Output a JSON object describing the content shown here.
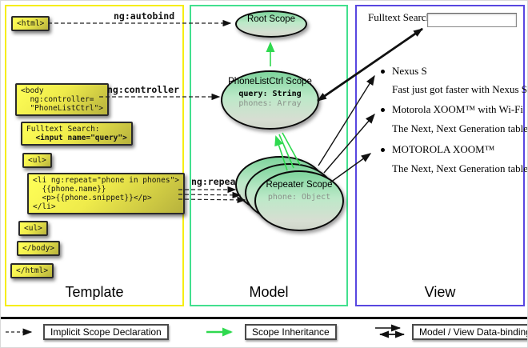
{
  "template_panel": {
    "label": "Template",
    "arrow_labels": {
      "autobind": "ng:autobind",
      "controller": "ng:controller",
      "repeat": "ng:repeat"
    },
    "boxes": {
      "html_open": "<html>",
      "body_open": [
        "<body",
        "  ng:controller=",
        "  \"PhoneListCtrl\">"
      ],
      "fulltext": [
        "Fulltext Search:",
        "  <input name=\"query\">"
      ],
      "ul_open": "<ul>",
      "li_repeat": [
        "<li ng:repeat=\"phone in phones\">",
        "  {{phone.name}}",
        "  <p>{{phone.snippet}}</p>",
        "</li>"
      ],
      "ul_close": "<ul>",
      "body_close": "</body>",
      "html_close": "</html>"
    }
  },
  "model_panel": {
    "label": "Model",
    "root_scope": {
      "title": "Root Scope"
    },
    "phonelist_scope": {
      "title": "PhoneListCtrl Scope",
      "props": [
        "query: String",
        "phones: Array"
      ]
    },
    "repeater_scope": {
      "title": "Repeater Scope",
      "props": [
        "phone: Object"
      ]
    }
  },
  "view_panel": {
    "label": "View",
    "search_label": "Fulltext Search:",
    "search_value": "",
    "items": [
      {
        "title": "Nexus S",
        "desc": "Fast just got faster with Nexus S."
      },
      {
        "title": "Motorola XOOM™  with Wi-Fi",
        "desc": "The Next, Next Generation tablet."
      },
      {
        "title": "MOTOROLA XOOM™",
        "desc": "The Next, Next Generation tablet."
      }
    ]
  },
  "legend": {
    "implicit": "Implicit Scope Declaration",
    "inheritance": "Scope Inheritance",
    "binding": "Model / View Data-binding"
  },
  "colors": {
    "template_border": "#F6EE12",
    "model_border": "#42E08E",
    "view_border": "#5847E0",
    "box_yellow": "#FFFB4A",
    "scope_green": "#7ED49C",
    "arrow_green": "#2FD94F",
    "arrow_black": "#111111"
  }
}
